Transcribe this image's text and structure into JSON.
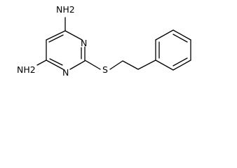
{
  "molecule": {
    "atoms": {
      "nh2_top": "NH2",
      "nh2_bottom": "NH2",
      "n_upper": "N",
      "n_lower": "N",
      "sulfur": "S"
    },
    "colors": {
      "bond": "#000000",
      "label": "#000000",
      "background": "#ffffff"
    }
  }
}
